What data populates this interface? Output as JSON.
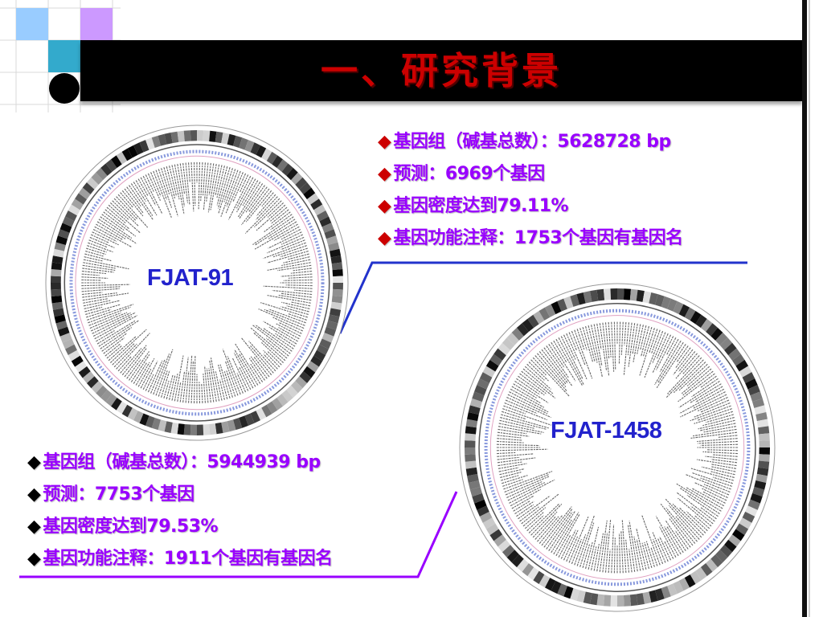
{
  "slide": {
    "title": "一、研究背景"
  },
  "colors": {
    "title_text": "#cc0000",
    "title_bar": "#000000",
    "info_text": "#9900ff",
    "strain_label": "#2222cc",
    "bullet": "#cc0000",
    "connector_top": "#2233cc",
    "connector_bottom": "#9900ff",
    "deco_light_blue": "#99ccff",
    "deco_lilac": "#cc99ff",
    "deco_teal": "#33aacc"
  },
  "icons": {
    "bullet": "diamond-bullet-icon",
    "map_decoration": "circular-genome-map"
  },
  "bullet_glyph": "◆",
  "strains": [
    {
      "label": "FJAT-91",
      "info": [
        "基因组（碱基总数）：5628728 bp",
        "预测：6969个基因",
        "基因密度达到79.11%",
        "基因功能注释：1753个基因有基因名"
      ]
    },
    {
      "label": "FJAT-1458",
      "info": [
        "基因组（碱基总数）：5944939 bp",
        "预测：7753个基因",
        "基因密度达到79.53%",
        "基因功能注释：1911个基因有基因名"
      ]
    }
  ]
}
